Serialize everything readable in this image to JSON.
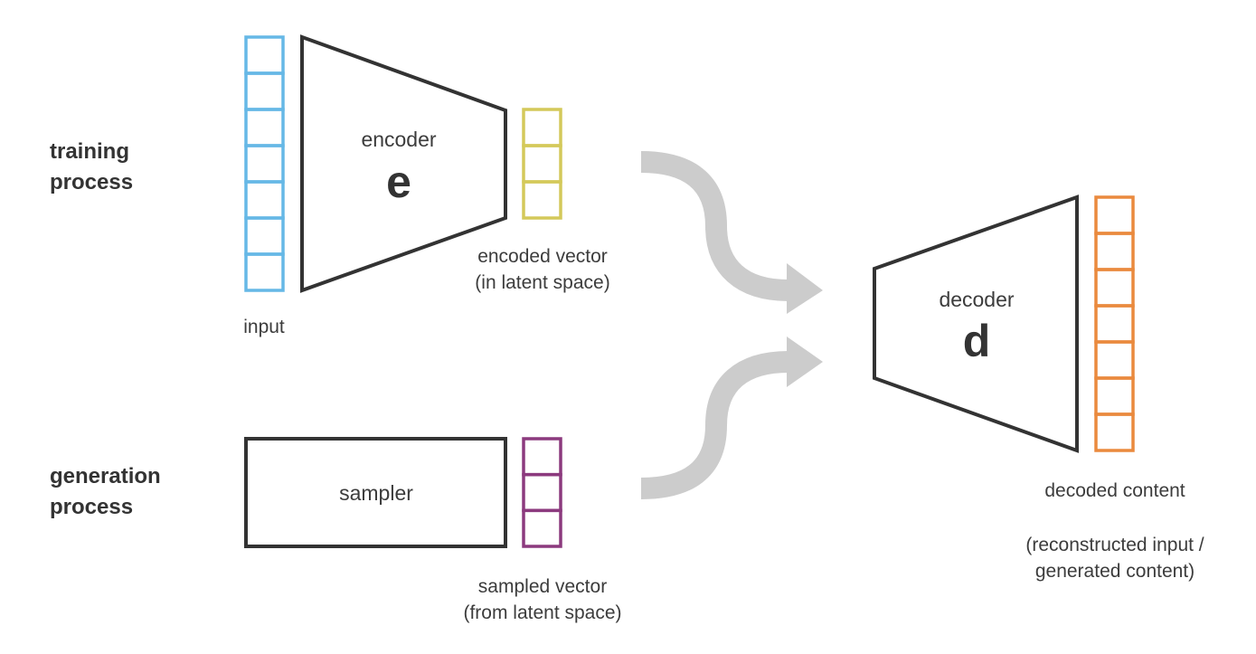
{
  "colors": {
    "input": "#66b8e6",
    "encoded": "#d4c95a",
    "sampled": "#8c3a7e",
    "decoded": "#ea8a3e",
    "block": "#333333",
    "arrow": "#cccccc"
  },
  "processes": {
    "training": "training\nprocess",
    "generation": "generation\nprocess"
  },
  "encoder": {
    "name": "encoder",
    "symbol": "e"
  },
  "decoder": {
    "name": "decoder",
    "symbol": "d"
  },
  "sampler": {
    "name": "sampler"
  },
  "vectors": {
    "input": {
      "label": "input",
      "cells": 7
    },
    "encoded": {
      "label_line1": "encoded vector",
      "label_line2": "(in latent space)",
      "cells": 3
    },
    "sampled": {
      "label_line1": "sampled vector",
      "label_line2": "(from latent space)",
      "cells": 3
    },
    "decoded": {
      "label": "decoded content",
      "note_line1": "(reconstructed input /",
      "note_line2": "generated content)",
      "cells": 7
    }
  }
}
